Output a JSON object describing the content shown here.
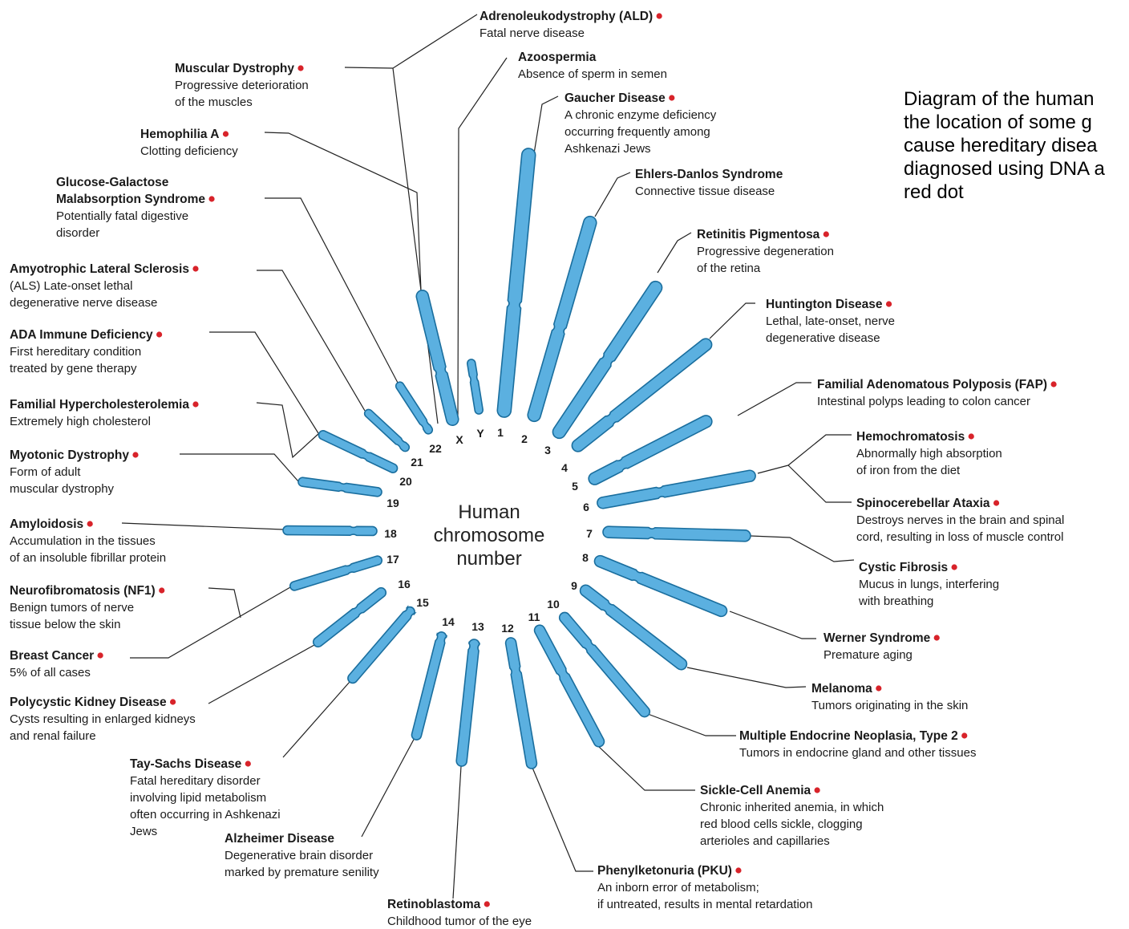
{
  "center_label": [
    "Human",
    "chromosome",
    "number"
  ],
  "note_lines": [
    "Diagram of the human",
    "the location of some g",
    "cause hereditary disea",
    "diagnosed using DNA a",
    "red dot"
  ],
  "colors": {
    "chromosome_fill": "#5bb0e0",
    "chromosome_outline": "#1a6e9e",
    "marker_dot": "#d8232a",
    "text": "#1a1a1a"
  },
  "chromosome_labels": [
    "1",
    "2",
    "3",
    "4",
    "5",
    "6",
    "7",
    "8",
    "9",
    "10",
    "11",
    "12",
    "13",
    "14",
    "15",
    "16",
    "17",
    "18",
    "19",
    "20",
    "21",
    "22",
    "X",
    "Y"
  ],
  "diseases": [
    {
      "name": "Adrenoleukodystrophy (ALD)",
      "desc": [
        "Fatal nerve disease"
      ],
      "marked": true
    },
    {
      "name": "Azoospermia",
      "desc": [
        "Absence of sperm in semen"
      ],
      "marked": false
    },
    {
      "name": "Gaucher Disease",
      "desc": [
        "A chronic enzyme deficiency",
        "occurring frequently among",
        "Ashkenazi Jews"
      ],
      "marked": true
    },
    {
      "name": "Ehlers-Danlos Syndrome",
      "desc": [
        "Connective tissue disease"
      ],
      "marked": false
    },
    {
      "name": "Retinitis Pigmentosa",
      "desc": [
        "Progressive degeneration",
        "of the retina"
      ],
      "marked": true
    },
    {
      "name": "Huntington Disease",
      "desc": [
        "Lethal, late-onset, nerve",
        "degenerative disease"
      ],
      "marked": true
    },
    {
      "name": "Familial Adenomatous Polyposis (FAP)",
      "desc": [
        "Intestinal polyps leading to colon cancer"
      ],
      "marked": true
    },
    {
      "name": "Hemochromatosis",
      "desc": [
        "Abnormally high absorption",
        "of iron from the diet"
      ],
      "marked": true
    },
    {
      "name": "Spinocerebellar Ataxia",
      "desc": [
        "Destroys nerves in the brain and spinal",
        "cord, resulting in loss of muscle control"
      ],
      "marked": true
    },
    {
      "name": "Cystic Fibrosis",
      "desc": [
        "Mucus in lungs, interfering",
        "with breathing"
      ],
      "marked": true
    },
    {
      "name": "Werner Syndrome",
      "desc": [
        "Premature aging"
      ],
      "marked": true
    },
    {
      "name": "Melanoma",
      "desc": [
        "Tumors originating in the skin"
      ],
      "marked": true
    },
    {
      "name": "Multiple Endocrine Neoplasia, Type 2",
      "desc": [
        "Tumors in endocrine gland and other tissues"
      ],
      "marked": true
    },
    {
      "name": "Sickle-Cell Anemia",
      "desc": [
        "Chronic inherited anemia, in which",
        "red blood cells sickle, clogging",
        "arterioles and capillaries"
      ],
      "marked": true
    },
    {
      "name": "Phenylketonuria (PKU)",
      "desc": [
        "An inborn error of metabolism;",
        "if untreated, results in mental retardation"
      ],
      "marked": true
    },
    {
      "name": "Retinoblastoma",
      "desc": [
        "Childhood tumor of the eye"
      ],
      "marked": true
    },
    {
      "name": "Alzheimer Disease",
      "desc": [
        "Degenerative brain disorder",
        "marked by premature senility"
      ],
      "marked": false
    },
    {
      "name": "Tay-Sachs Disease",
      "desc": [
        "Fatal hereditary disorder",
        "involving lipid metabolism",
        "often occurring in Ashkenazi",
        "Jews"
      ],
      "marked": true
    },
    {
      "name": "Polycystic Kidney Disease",
      "desc": [
        "Cysts resulting in enlarged kidneys",
        "and renal failure"
      ],
      "marked": true
    },
    {
      "name": "Breast Cancer",
      "desc": [
        "5% of all cases"
      ],
      "marked": true
    },
    {
      "name": "Neurofibromatosis (NF1)",
      "desc": [
        "Benign tumors of nerve",
        "tissue below the skin"
      ],
      "marked": true
    },
    {
      "name": "Amyloidosis",
      "desc": [
        "Accumulation in the tissues",
        "of an insoluble fibrillar protein"
      ],
      "marked": true
    },
    {
      "name": "Myotonic Dystrophy",
      "desc": [
        "Form of adult",
        "muscular dystrophy"
      ],
      "marked": true
    },
    {
      "name": "Familial Hypercholesterolemia",
      "desc": [
        "Extremely high cholesterol"
      ],
      "marked": true
    },
    {
      "name": "ADA Immune Deficiency",
      "desc": [
        "First hereditary condition",
        "treated by gene therapy"
      ],
      "marked": true
    },
    {
      "name": "Amyotrophic Lateral Sclerosis",
      "desc": [
        "(ALS)  Late-onset lethal",
        "degenerative nerve disease"
      ],
      "marked": true
    },
    {
      "name": "Glucose-Galactose Malabsorption Syndrome",
      "name_lines": [
        "Glucose-Galactose",
        "Malabsorption Syndrome"
      ],
      "desc": [
        "Potentially fatal digestive",
        "disorder"
      ],
      "marked": true
    },
    {
      "name": "Hemophilia A",
      "desc": [
        "Clotting deficiency"
      ],
      "marked": true
    },
    {
      "name": "Muscular Dystrophy",
      "desc": [
        "Progressive deterioration",
        "of the muscles"
      ],
      "marked": true
    }
  ]
}
